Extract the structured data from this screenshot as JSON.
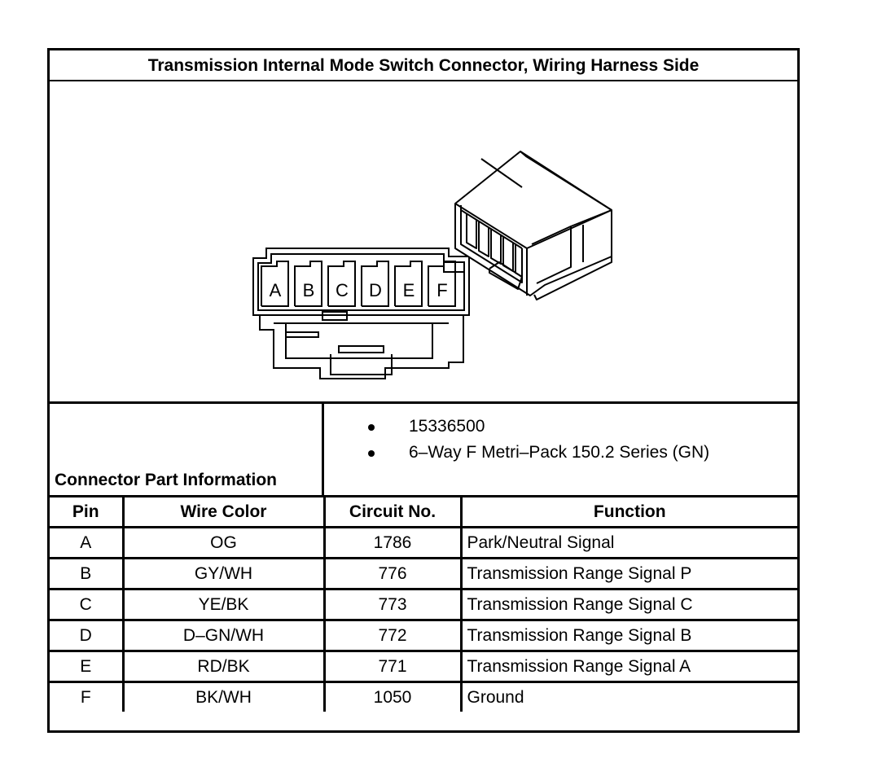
{
  "title": "Transmission Internal Mode Switch Connector, Wiring Harness Side",
  "figure": {
    "pin_letters": [
      "A",
      "B",
      "C",
      "D",
      "E",
      "F"
    ]
  },
  "connector_info": {
    "label": "Connector Part Information",
    "items": [
      "15336500",
      "6–Way F Metri–Pack 150.2 Series (GN)"
    ]
  },
  "table": {
    "headers": [
      "Pin",
      "Wire Color",
      "Circuit No.",
      "Function"
    ],
    "rows": [
      {
        "pin": "A",
        "wire_color": "OG",
        "circuit": "1786",
        "function": "Park/Neutral Signal"
      },
      {
        "pin": "B",
        "wire_color": "GY/WH",
        "circuit": "776",
        "function": "Transmission Range Signal P"
      },
      {
        "pin": "C",
        "wire_color": "YE/BK",
        "circuit": "773",
        "function": "Transmission Range Signal C"
      },
      {
        "pin": "D",
        "wire_color": "D–GN/WH",
        "circuit": "772",
        "function": "Transmission Range Signal B"
      },
      {
        "pin": "E",
        "wire_color": "RD/BK",
        "circuit": "771",
        "function": "Transmission Range Signal A"
      },
      {
        "pin": "F",
        "wire_color": "BK/WH",
        "circuit": "1050",
        "function": "Ground"
      }
    ]
  }
}
